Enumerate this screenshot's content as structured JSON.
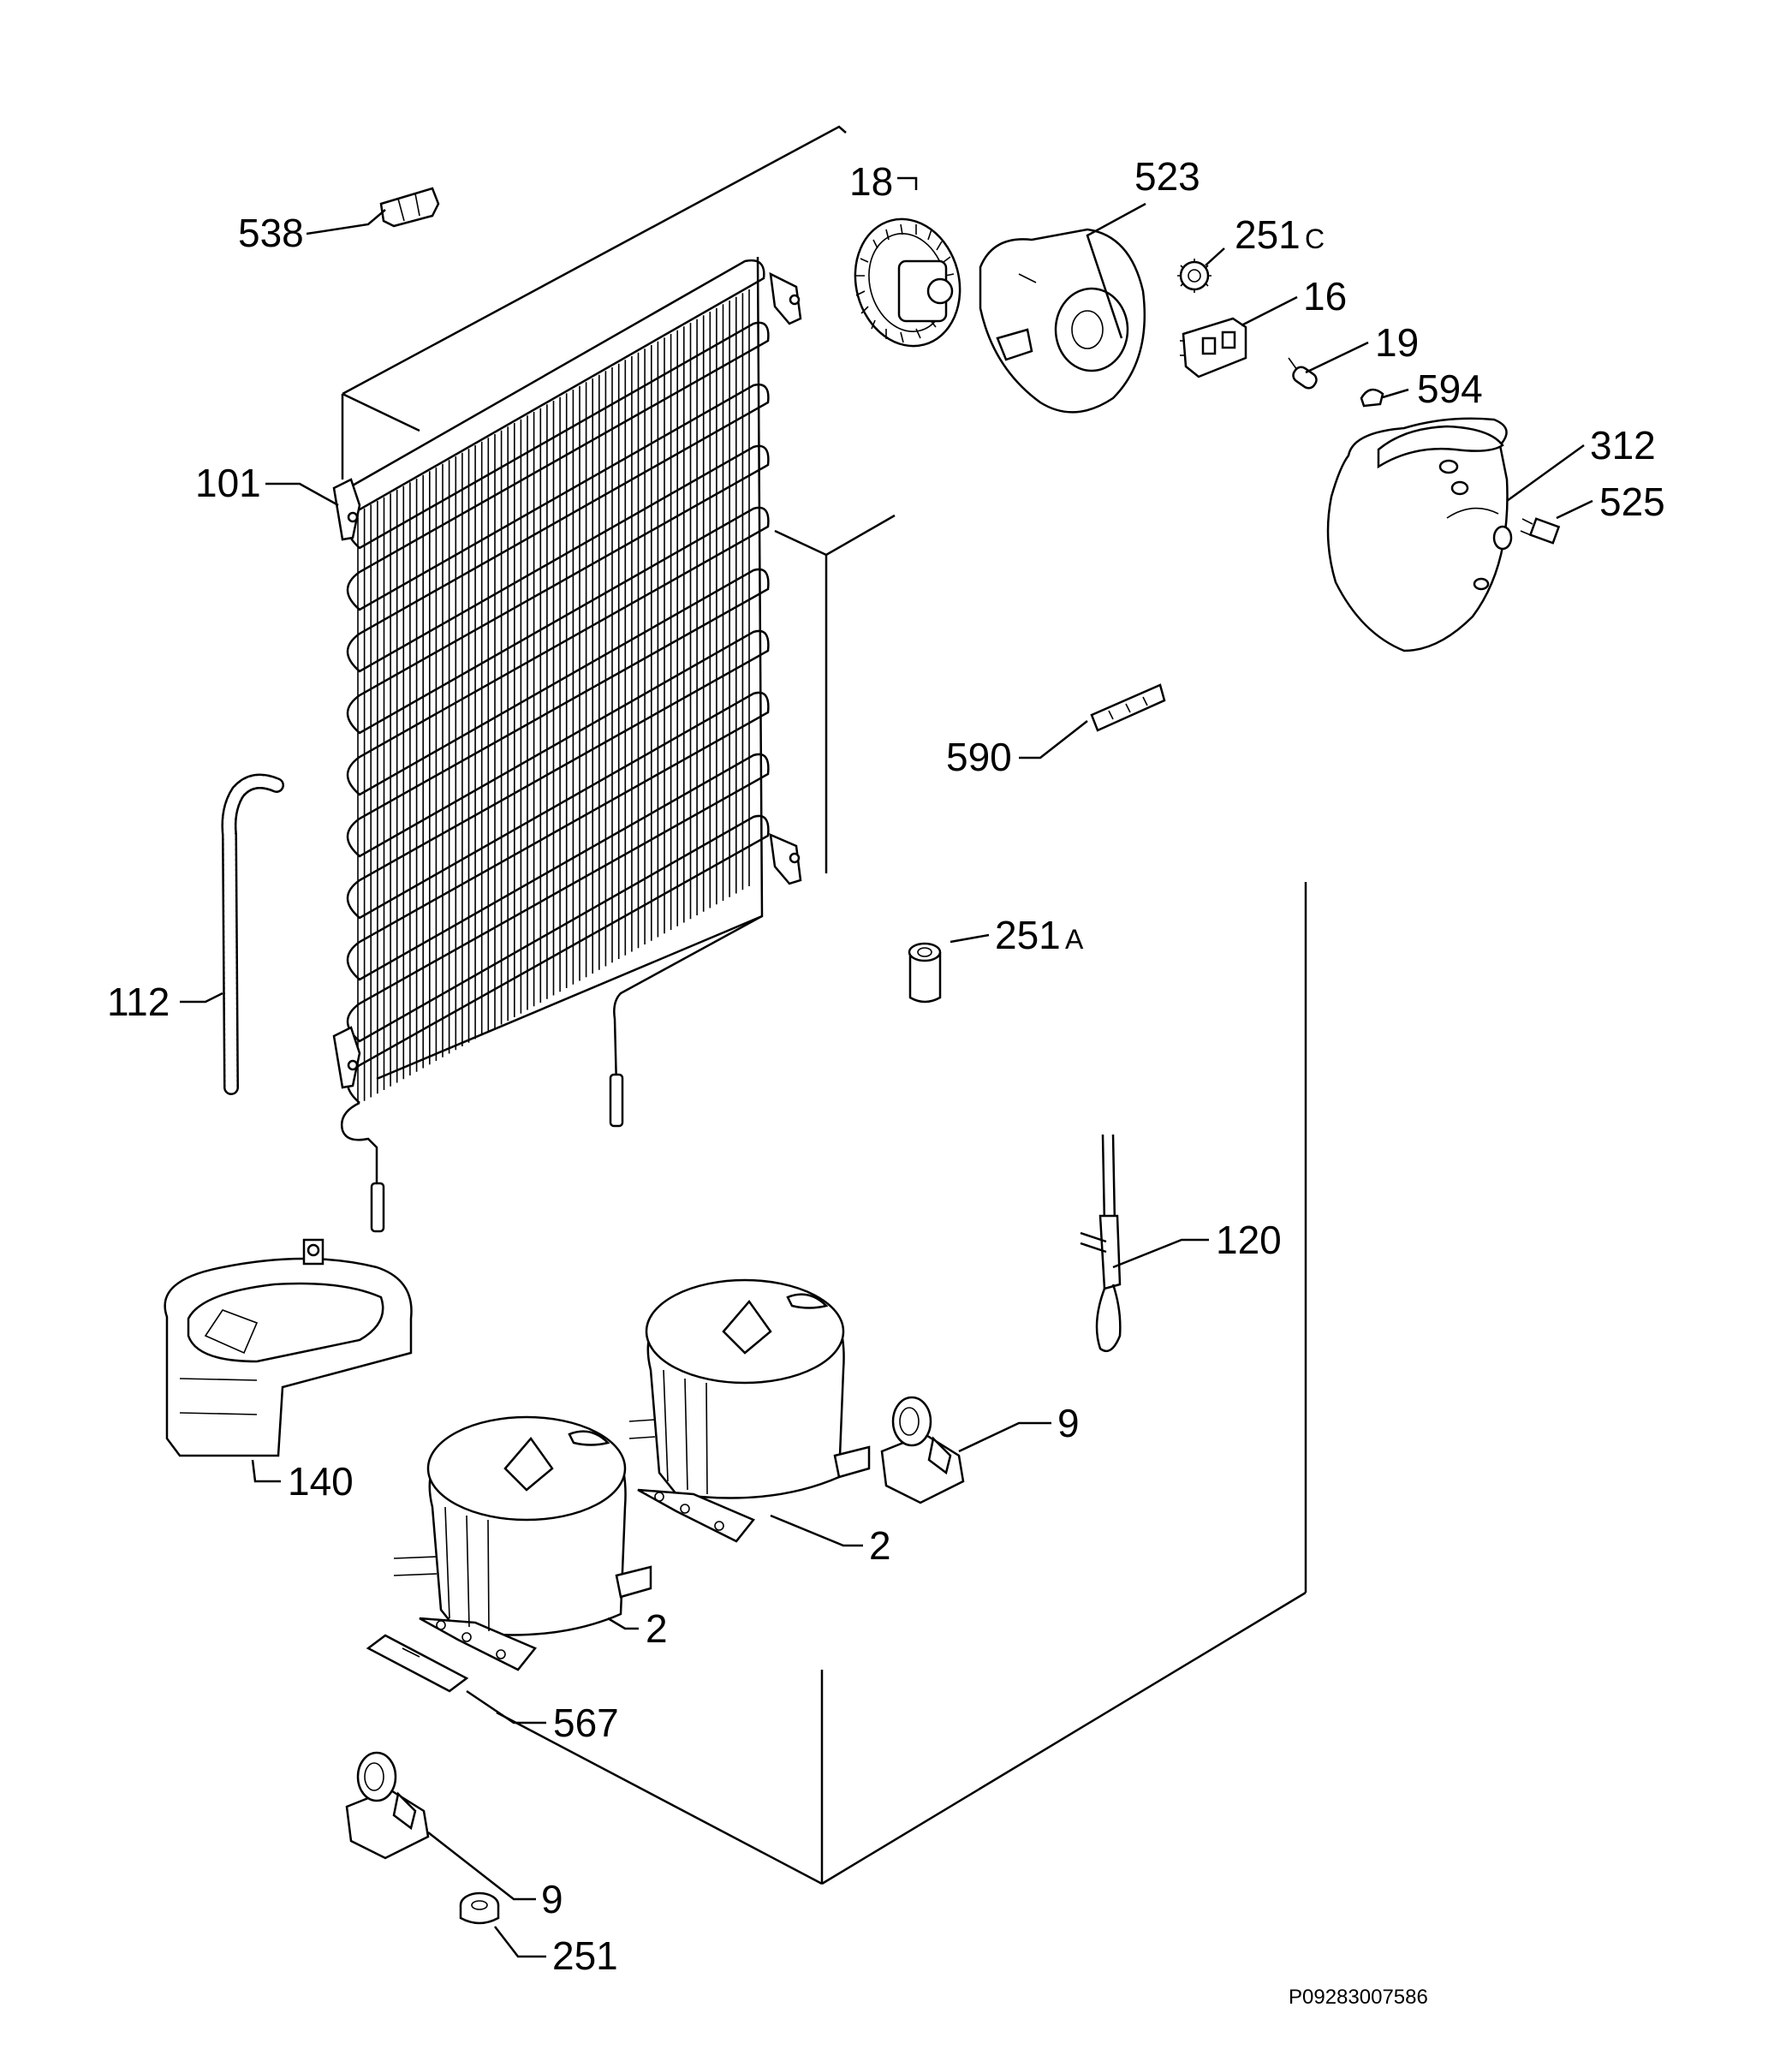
{
  "labels": {
    "l538": "538",
    "l18": "18",
    "l523": "523",
    "l251c": "251",
    "l251c_suffix": "C",
    "l16": "16",
    "l19": "19",
    "l594": "594",
    "l312": "312",
    "l525": "525",
    "l101": "101",
    "l590": "590",
    "l251a": "251",
    "l251a_suffix": "A",
    "l112": "112",
    "l120": "120",
    "l140": "140",
    "l9_top": "9",
    "l2_upper": "2",
    "l2_lower": "2",
    "l567": "567",
    "l9_bottom": "9",
    "l251": "251"
  },
  "footer": {
    "code": "P09283007586"
  }
}
